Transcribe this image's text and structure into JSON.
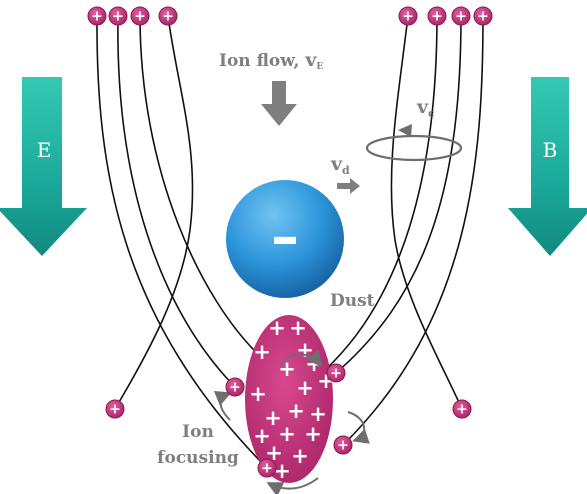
{
  "labels": {
    "ion_flow_text": "Ion flow, ",
    "ion_flow_symbol": "v",
    "ion_flow_sub": "E",
    "vc_symbol": "v",
    "vc_sub": "c",
    "vd_symbol": "v",
    "vd_sub": "d",
    "dust": "Dust",
    "dust_charge": "–",
    "ion_focusing_line1": "Ion",
    "ion_focusing_line2": "focusing",
    "e_field": "E",
    "b_field": "B",
    "plus_sign": "+"
  },
  "colors": {
    "arrow_teal": "#1fb3a0",
    "ion_magenta": "#c0307a",
    "dust_blue": "#2a8fd6",
    "label_gray": "#7f7f7f",
    "line_black": "#111111"
  },
  "icons": {
    "e_arrow": "down-arrow-icon",
    "b_arrow": "down-arrow-icon",
    "ion_flow_arrow": "down-arrow-icon",
    "vd_arrow": "right-arrow-icon",
    "vc_orbit": "orbit-icon"
  }
}
